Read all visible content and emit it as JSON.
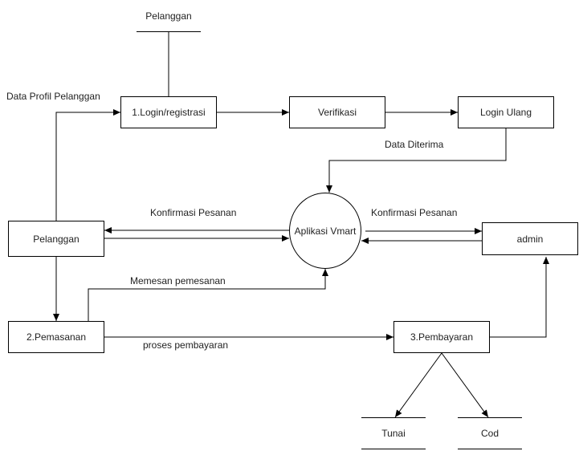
{
  "colors": {
    "line": "#000000",
    "text": "#222222",
    "background": "#ffffff"
  },
  "nodes": {
    "pelanggan_top": "Pelanggan",
    "login": "1.Login/registrasi",
    "verifikasi": "Verifikasi",
    "login_ulang": "Login Ulang",
    "pelanggan": "Pelanggan",
    "aplikasi": "Aplikasi Vmart",
    "admin": "admin",
    "pemasanan": "2.Pemasanan",
    "pembayaran": "3.Pembayaran",
    "tunai": "Tunai",
    "cod": "Cod"
  },
  "flows": {
    "data_profil": "Data Profil Pelanggan",
    "data_diterima": "Data Diterima",
    "konfirmasi_kiri": "Konfirmasi Pesanan",
    "konfirmasi_kanan": "Konfirmasi Pesanan",
    "memesan": "Memesan pemesanan",
    "proses_pembayaran": "proses pembayaran"
  }
}
